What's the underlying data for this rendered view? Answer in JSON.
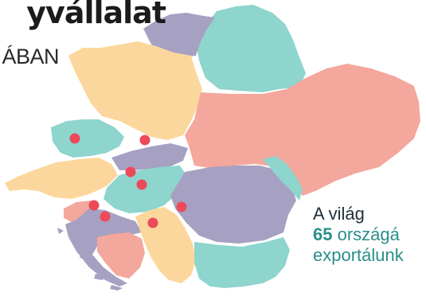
{
  "title": "yvállalat",
  "subtitle": "ÁBAN",
  "note": {
    "line1": "A világ",
    "count": "65",
    "line2_rest": " országá",
    "line3": "exportálunk"
  },
  "colors": {
    "teal": "#8dd5cd",
    "purple": "#a6a1c2",
    "peach": "#fcd79d",
    "salmon": "#f4a79c",
    "marker": "#ec4a59"
  },
  "markers": [
    {
      "name": "city-marker"
    },
    {
      "name": "city-marker"
    },
    {
      "name": "city-marker"
    },
    {
      "name": "city-marker"
    },
    {
      "name": "city-marker"
    },
    {
      "name": "city-marker"
    },
    {
      "name": "city-marker"
    },
    {
      "name": "city-marker"
    }
  ]
}
